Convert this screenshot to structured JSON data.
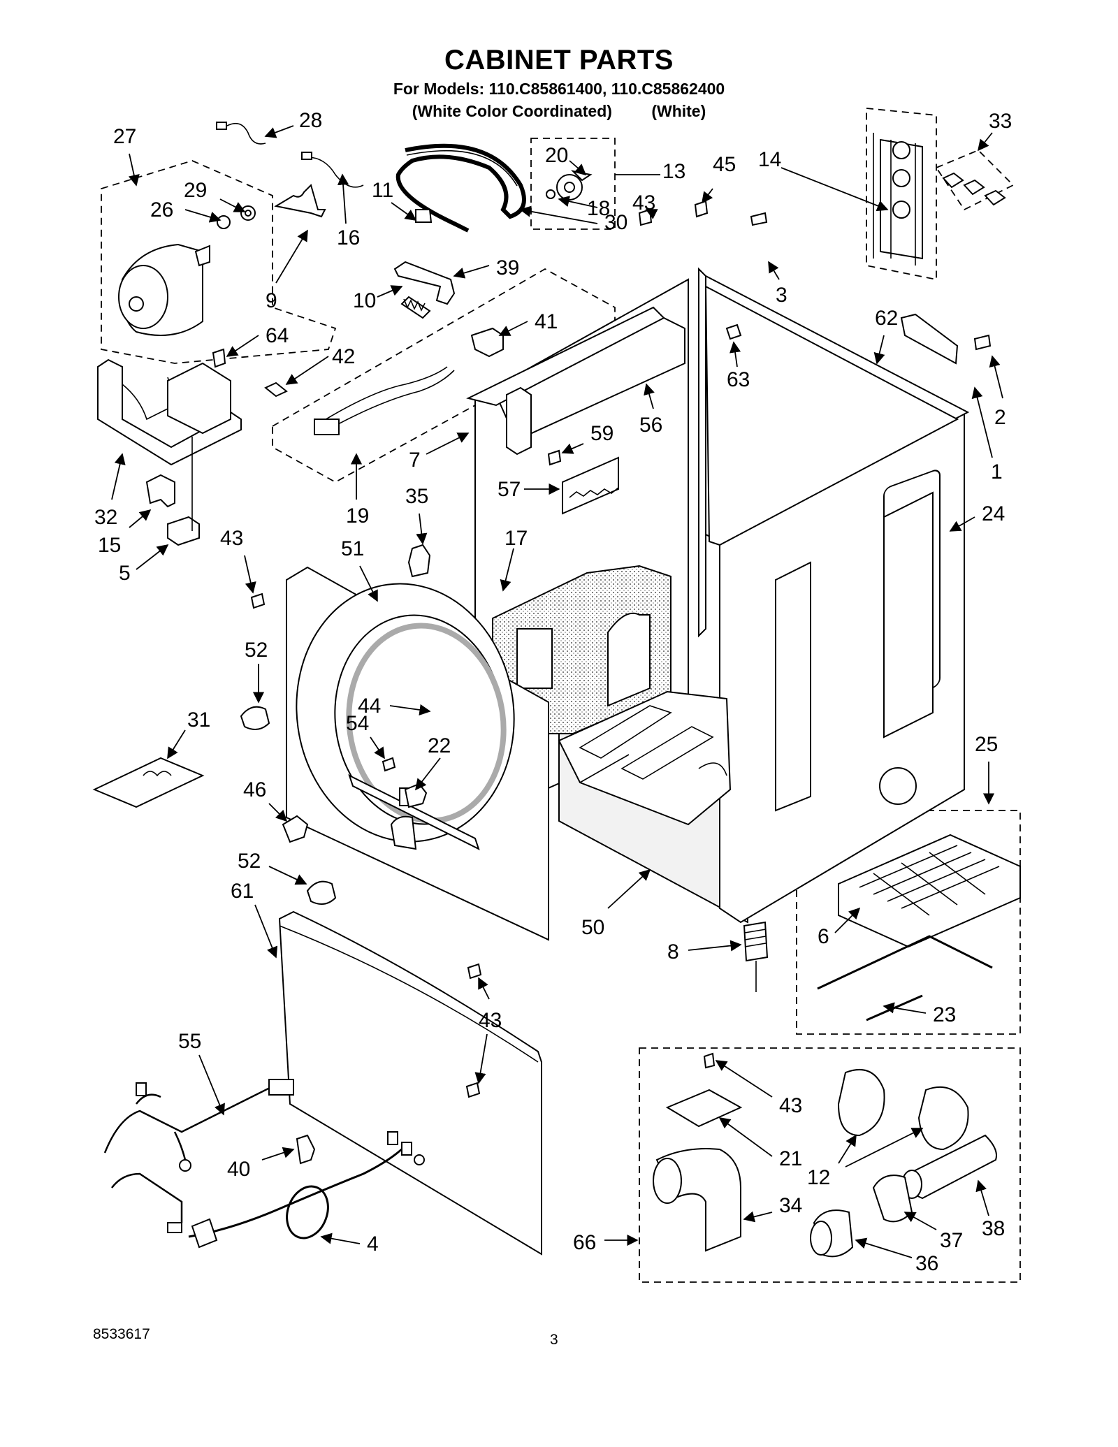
{
  "header": {
    "title": "CABINET PARTS",
    "models_line": "For Models: 110.C85861400, 110.C85862400",
    "variant_1": "(White Color Coordinated)",
    "variant_2": "(White)"
  },
  "footer": {
    "doc_number": "8533617",
    "page_number": "3"
  },
  "callouts": [
    "1",
    "2",
    "3",
    "4",
    "5",
    "6",
    "7",
    "8",
    "9",
    "10",
    "11",
    "12",
    "13",
    "14",
    "15",
    "16",
    "17",
    "18",
    "19",
    "20",
    "21",
    "22",
    "23",
    "24",
    "25",
    "26",
    "27",
    "28",
    "29",
    "30",
    "31",
    "32",
    "33",
    "34",
    "35",
    "36",
    "37",
    "38",
    "39",
    "40",
    "41",
    "42",
    "43",
    "43",
    "43",
    "43",
    "43",
    "44",
    "45",
    "46",
    "50",
    "51",
    "52",
    "52",
    "54",
    "55",
    "56",
    "57",
    "59",
    "61",
    "62",
    "63",
    "64",
    "66"
  ]
}
